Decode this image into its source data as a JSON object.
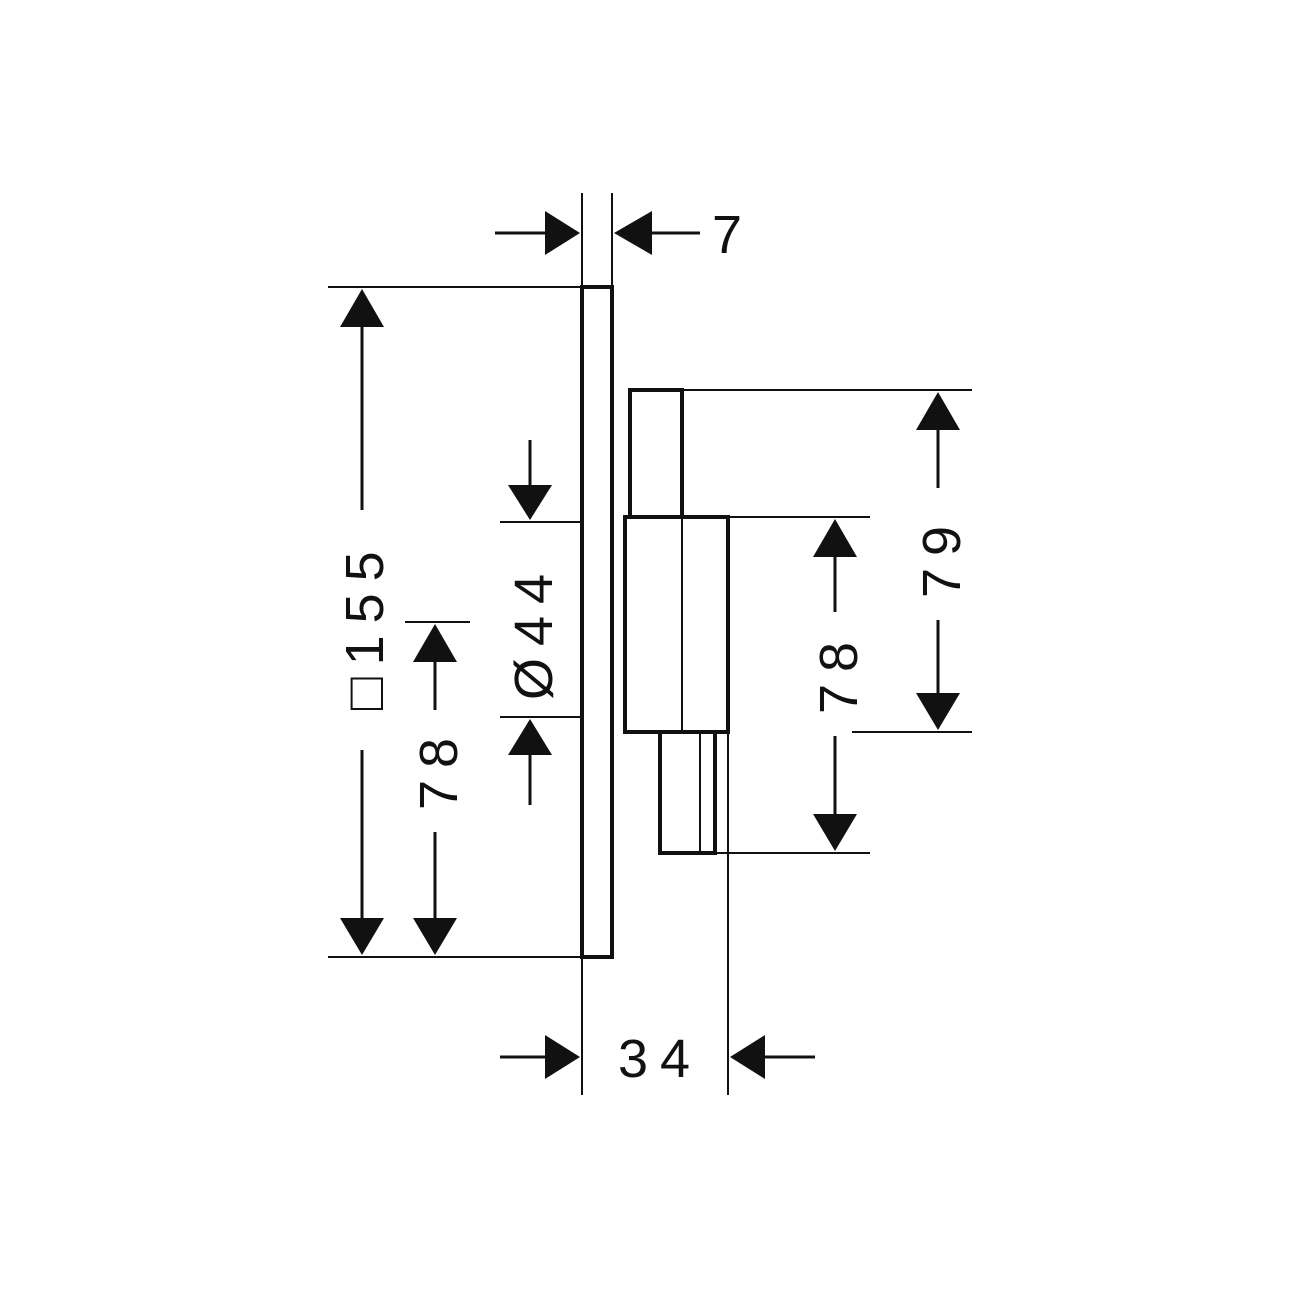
{
  "dimensions": {
    "plate_thickness": "7",
    "plate_square": "□155",
    "lower_half_left": "78",
    "diameter": "Ø44",
    "depth": "34",
    "knob_height_right": "79",
    "lower_knob_right": "78"
  }
}
